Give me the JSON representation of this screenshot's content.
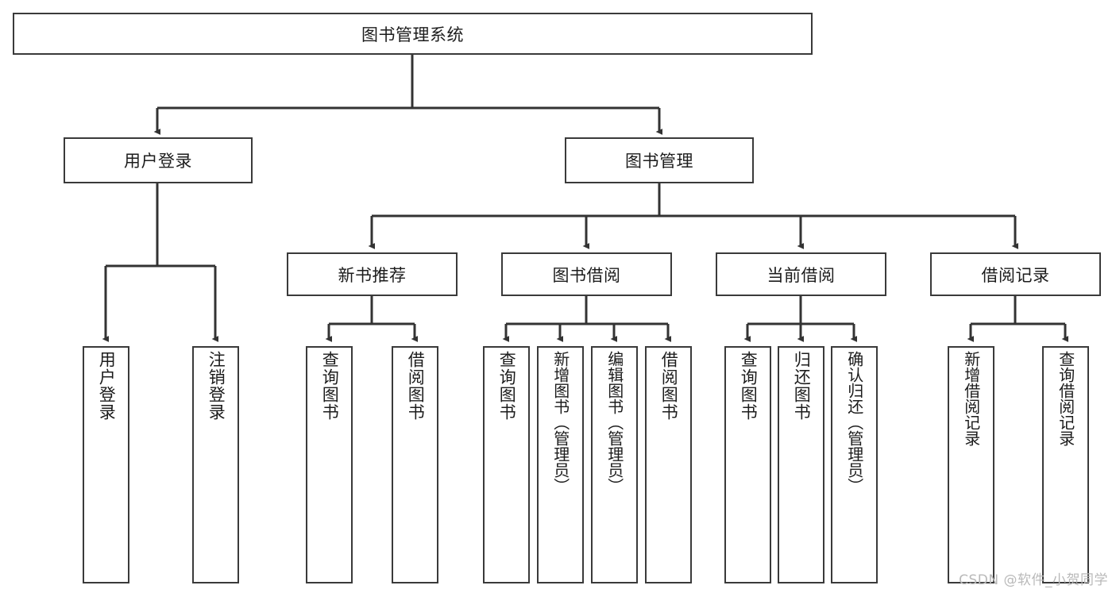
{
  "diagram": {
    "type": "tree-hierarchy",
    "title": "图书管理系统",
    "orientation": "top-down",
    "colors": {
      "background": "#ffffff",
      "node_border": "#3a3a3a",
      "node_fill": "#ffffff",
      "edge": "#333333",
      "text": "#1c1c1c",
      "watermark": "#b9b9b9"
    },
    "root": {
      "label": "图书管理系统"
    },
    "level2": [
      {
        "label": "用户登录"
      },
      {
        "label": "图书管理"
      }
    ],
    "level3": [
      {
        "label": "新书推荐"
      },
      {
        "label": "图书借阅"
      },
      {
        "label": "当前借阅"
      },
      {
        "label": "借阅记录"
      }
    ],
    "leaves": {
      "user_login": [
        {
          "label": "用户登录"
        },
        {
          "label": "注销登录"
        }
      ],
      "new_book_recommend": [
        {
          "label": "查询图书"
        },
        {
          "label": "借阅图书"
        }
      ],
      "book_borrow": [
        {
          "label": "查询图书"
        },
        {
          "label": "新增图书（管理员）"
        },
        {
          "label": "编辑图书（管理员）"
        },
        {
          "label": "借阅图书"
        }
      ],
      "current_borrow": [
        {
          "label": "查询图书"
        },
        {
          "label": "归还图书"
        },
        {
          "label": "确认归还（管理员）"
        }
      ],
      "borrow_record": [
        {
          "label": "新增借阅记录"
        },
        {
          "label": "查询借阅记录"
        }
      ]
    }
  },
  "watermark": {
    "text": "CSDN @软件_小贺同学"
  }
}
